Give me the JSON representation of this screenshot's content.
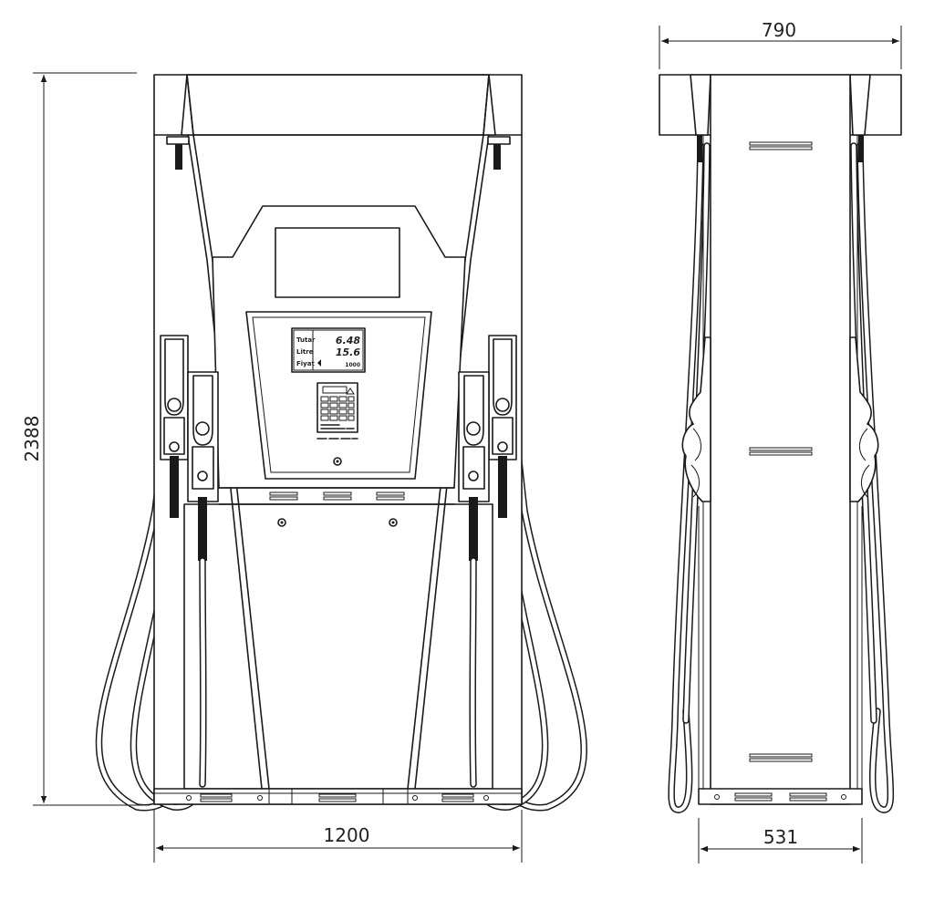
{
  "dimensions": {
    "height": "2388",
    "width_front": "1200",
    "depth_top": "790",
    "depth_base": "531"
  },
  "display": {
    "row1_label": "Tutar",
    "row1_value": "6.48",
    "row2_label": "Litre",
    "row2_value": "15.6",
    "row3_label": "Fiyat",
    "row3_value": "1000"
  },
  "colors": {
    "line": "#1a1a1a",
    "background": "#ffffff"
  }
}
